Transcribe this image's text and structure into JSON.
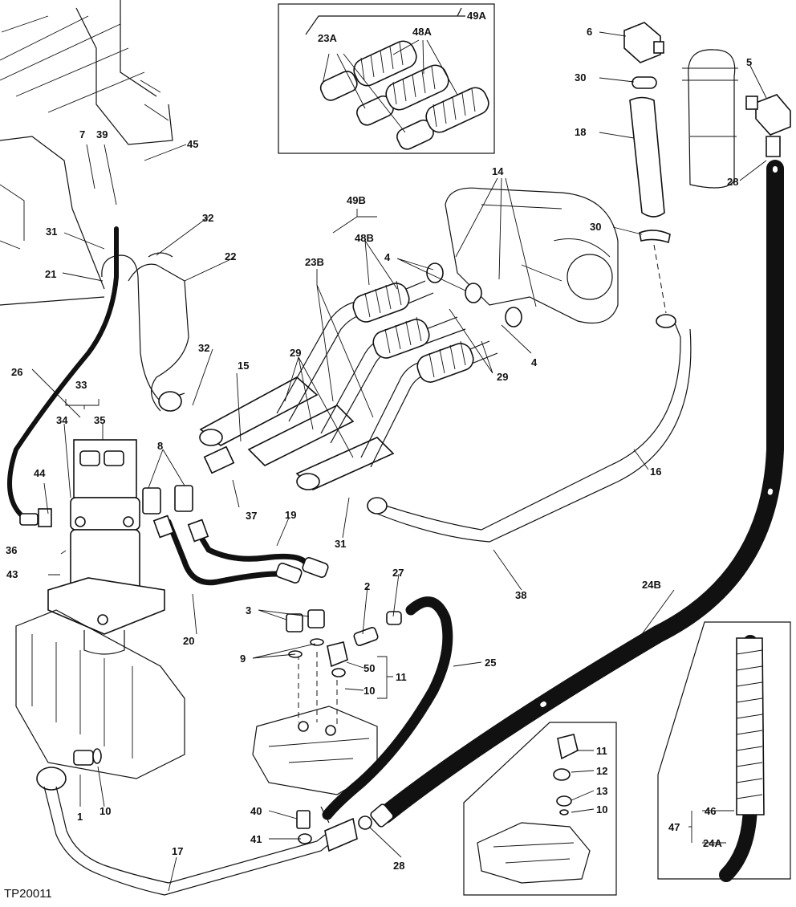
{
  "figure": {
    "reference": "TP20011",
    "callouts": {
      "c49A": "49A",
      "c48A": "48A",
      "c23A": "23A",
      "c49B": "49B",
      "c48B": "48B",
      "c23B": "23B",
      "c6": "6",
      "c5": "5",
      "c30a": "30",
      "c30b": "30",
      "c18": "18",
      "c28a": "28",
      "c28b": "28",
      "c14": "14",
      "c4a": "4",
      "c4b": "4",
      "c29a": "29",
      "c29b": "29",
      "c7": "7",
      "c39": "39",
      "c45": "45",
      "c31a": "31",
      "c31b": "31",
      "c32a": "32",
      "c32b": "32",
      "c21": "21",
      "c22": "22",
      "c26": "26",
      "c15": "15",
      "c16": "16",
      "c33": "33",
      "c34": "34",
      "c35": "35",
      "c8": "8",
      "c37": "37",
      "c19": "19",
      "c44": "44",
      "c36": "36",
      "c43": "43",
      "c20": "20",
      "c38": "38",
      "c2": "2",
      "c27": "27",
      "c3": "3",
      "c9": "9",
      "c50": "50",
      "c11a": "11",
      "c10a": "10",
      "c25": "25",
      "c24B": "24B",
      "c1": "1",
      "c10b": "10",
      "c40": "40",
      "c41": "41",
      "c17": "17",
      "c11b": "11",
      "c12": "12",
      "c13": "13",
      "c10c": "10",
      "c46": "46",
      "c47": "47",
      "c24A": "24A"
    }
  }
}
